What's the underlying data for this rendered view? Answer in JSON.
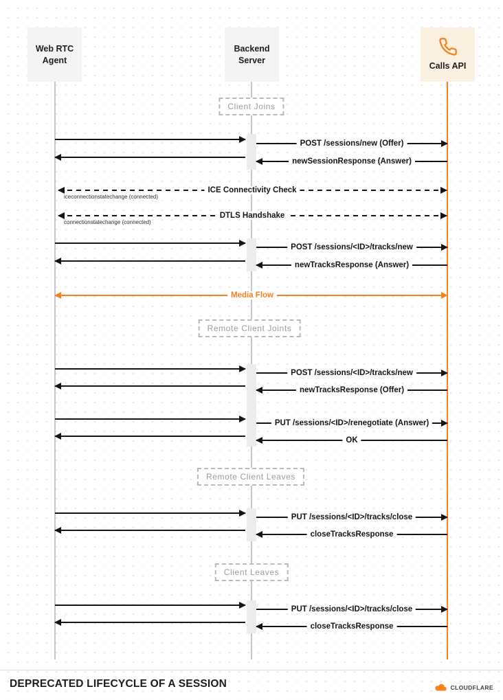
{
  "title": "DEPRECATED LIFECYCLE OF A SESSION",
  "brand": "CLOUDFLARE",
  "colors": {
    "accent": "#f6821f",
    "arrow": "#141414",
    "lifeline_gray": "#c6c6c6"
  },
  "actors": {
    "agent": {
      "line1": "Web RTC",
      "line2": "Agent"
    },
    "backend": {
      "line1": "Backend",
      "line2": "Server"
    },
    "calls": {
      "label": "Calls API",
      "icon": "phone-icon"
    }
  },
  "sections": {
    "client_joins": "Client Joins",
    "remote_client_joins": "Remote Client Joints",
    "remote_client_leaves": "Remote Client Leaves",
    "client_leaves": "Client Leaves"
  },
  "messages": {
    "post_sessions_new": {
      "label": "POST /sessions/new (Offer)",
      "from": "Web RTC Agent",
      "to": "Calls API",
      "style": "solid-right"
    },
    "new_session_response": {
      "label": "newSessionResponse (Answer)",
      "from": "Calls API",
      "to": "Web RTC Agent",
      "style": "solid-left"
    },
    "ice_check": {
      "label": "ICE Connectivity Check",
      "note": "iceconnectionstatechange (connected)",
      "from": "Web RTC Agent",
      "to": "Calls API",
      "style": "dashed-bidirectional"
    },
    "dtls_handshake": {
      "label": "DTLS Handshake",
      "note": "connectionstatechange (connected)",
      "from": "Web RTC Agent",
      "to": "Calls API",
      "style": "dashed-bidirectional"
    },
    "post_tracks_new_1": {
      "label": "POST /sessions/<ID>/tracks/new",
      "from": "Web RTC Agent",
      "to": "Calls API",
      "style": "solid-right"
    },
    "new_tracks_response_answer": {
      "label": "newTracksResponse (Answer)",
      "from": "Calls API",
      "to": "Web RTC Agent",
      "style": "solid-left"
    },
    "media_flow": {
      "label": "Media Flow",
      "from": "Web RTC Agent",
      "to": "Calls API",
      "style": "orange-bidirectional"
    },
    "post_tracks_new_2": {
      "label": "POST /sessions/<ID>/tracks/new",
      "from": "Web RTC Agent",
      "to": "Calls API",
      "style": "solid-right"
    },
    "new_tracks_response_offer": {
      "label": "newTracksResponse (Offer)",
      "from": "Calls API",
      "to": "Web RTC Agent",
      "style": "solid-left"
    },
    "put_renegotiate": {
      "label": "PUT /sessions/<ID>/renegotiate (Answer)",
      "from": "Web RTC Agent",
      "to": "Calls API",
      "style": "solid-right"
    },
    "ok": {
      "label": "OK",
      "from": "Calls API",
      "to": "Web RTC Agent",
      "style": "solid-left"
    },
    "put_tracks_close_1": {
      "label": "PUT /sessions/<ID>/tracks/close",
      "from": "Web RTC Agent",
      "to": "Calls API",
      "style": "solid-right"
    },
    "close_tracks_response_1": {
      "label": "closeTracksResponse",
      "from": "Calls API",
      "to": "Web RTC Agent",
      "style": "solid-left"
    },
    "put_tracks_close_2": {
      "label": "PUT /sessions/<ID>/tracks/close",
      "from": "Web RTC Agent",
      "to": "Calls API",
      "style": "solid-right"
    },
    "close_tracks_response_2": {
      "label": "closeTracksResponse",
      "from": "Calls API",
      "to": "Web RTC Agent",
      "style": "solid-left"
    }
  }
}
